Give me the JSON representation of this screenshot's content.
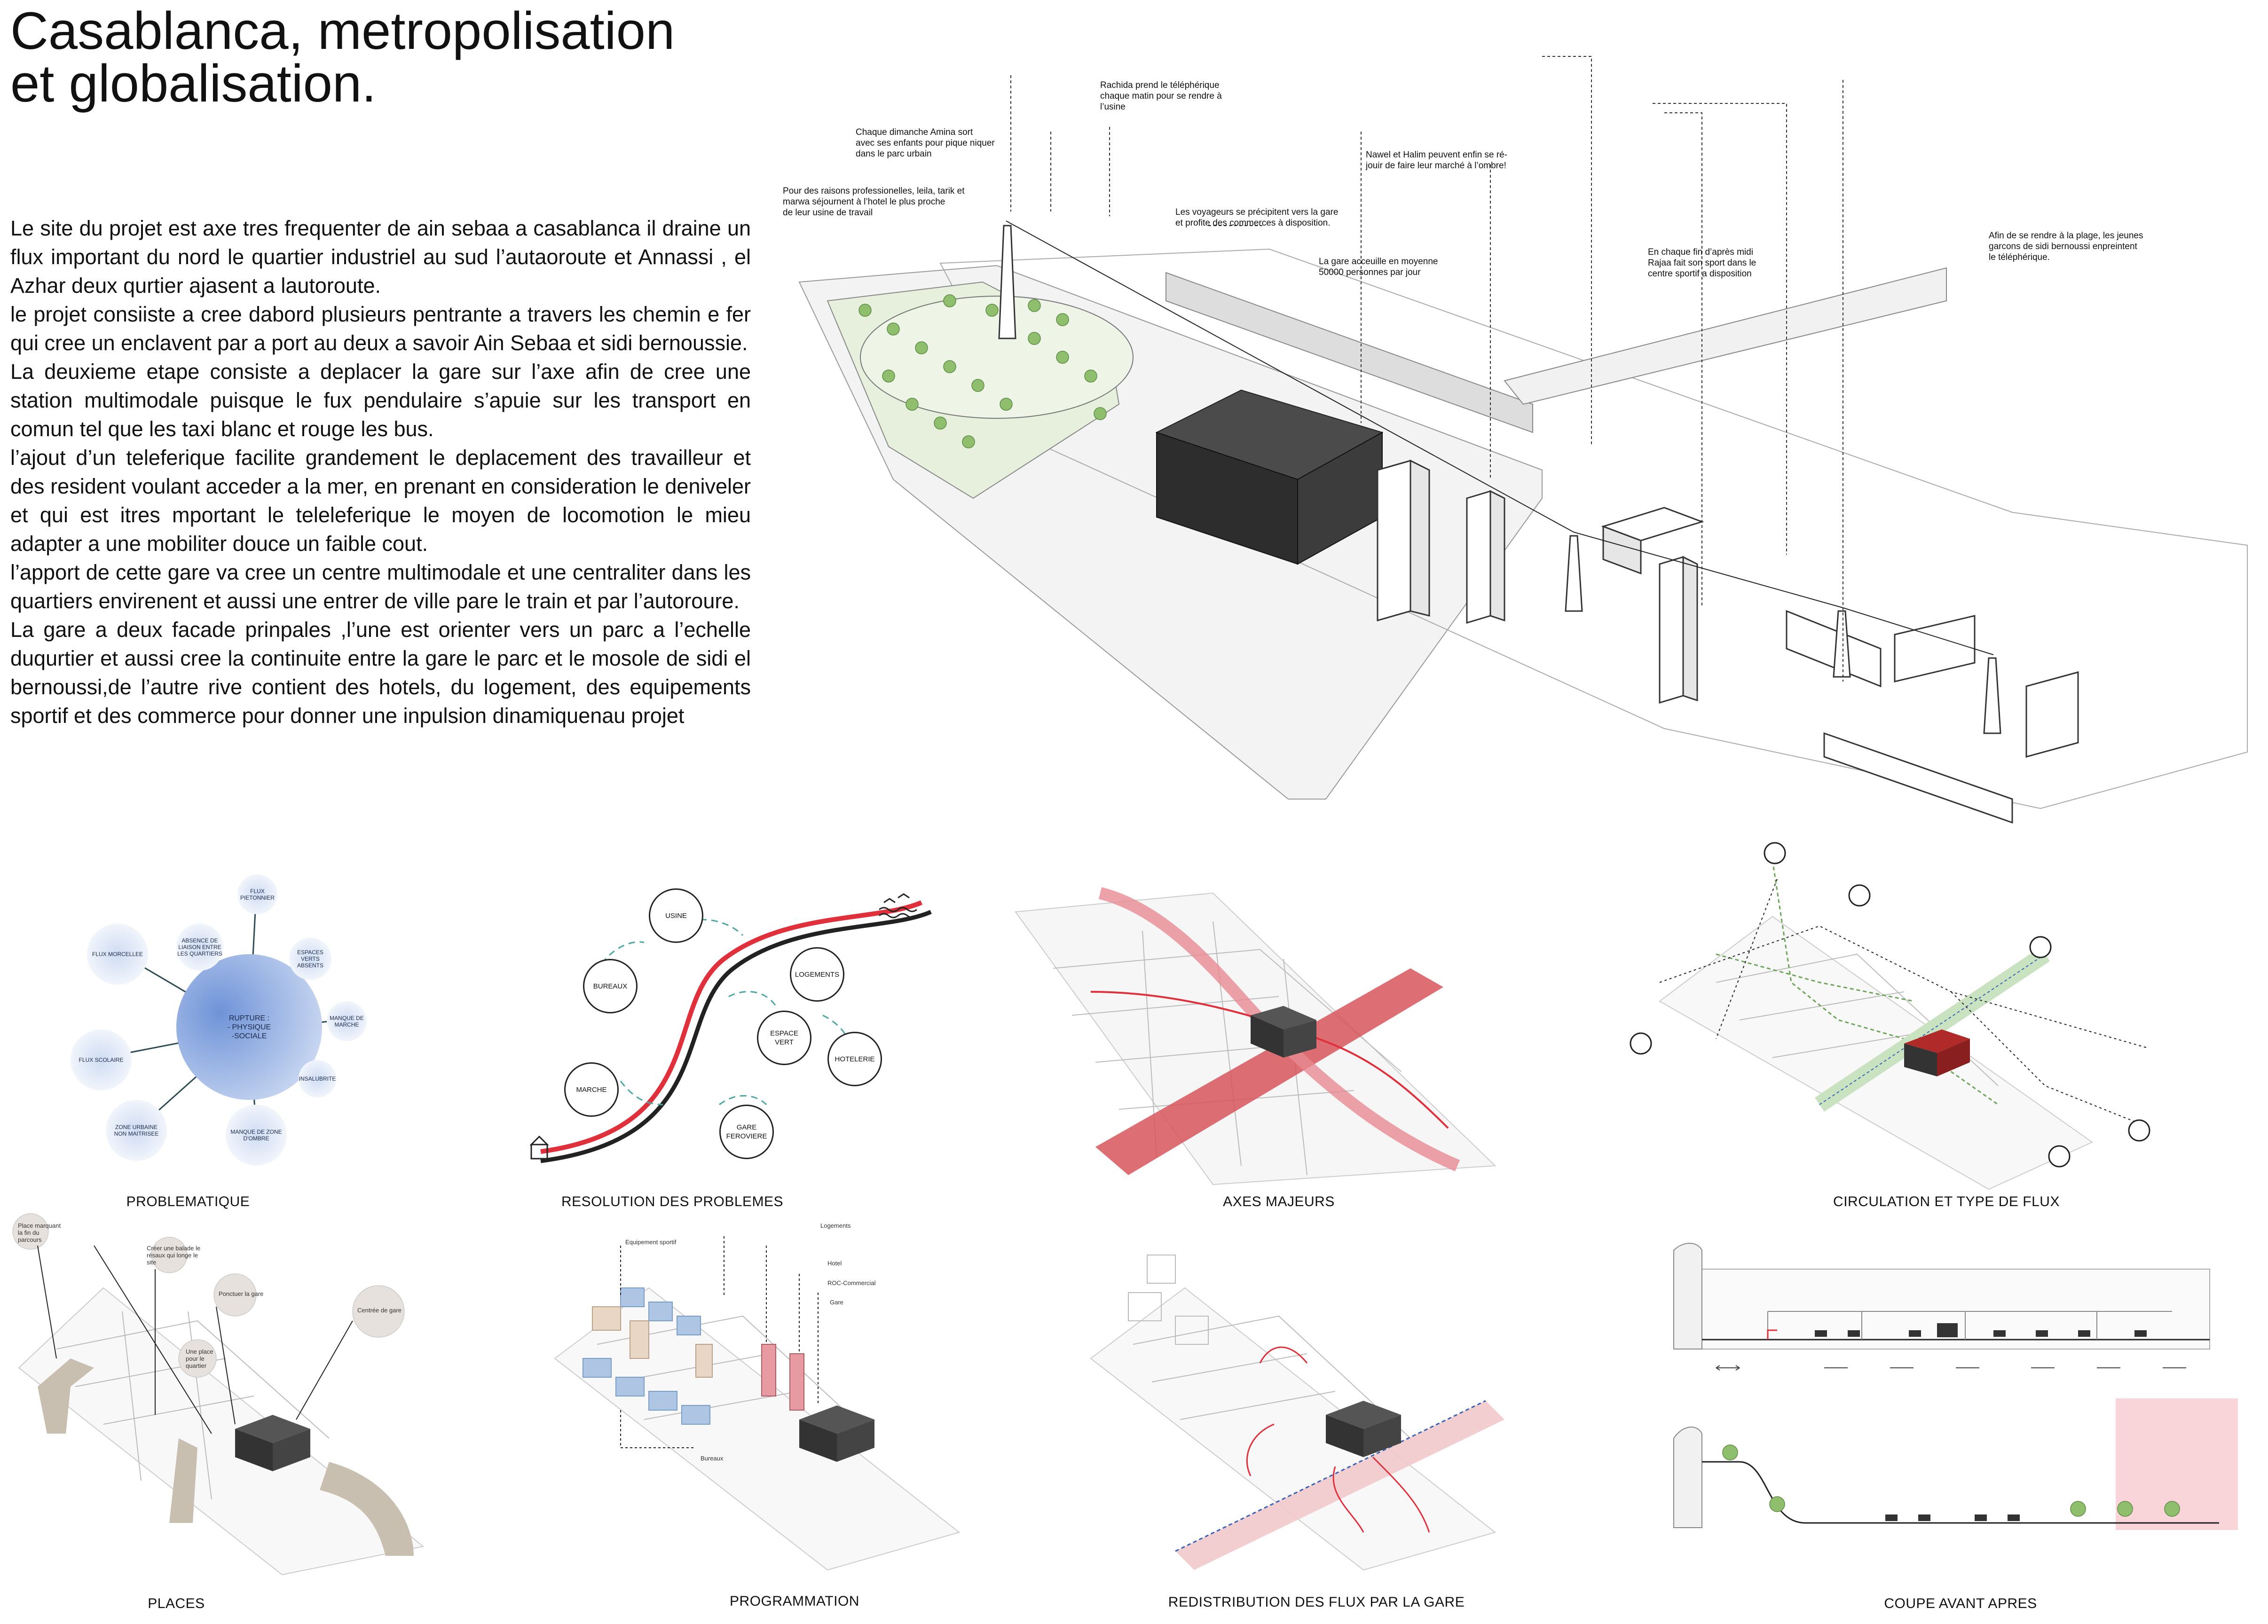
{
  "title": {
    "line1": "Casablanca, metropolisation",
    "line2": "et globalisation."
  },
  "intro": [
    "Le site du projet est axe tres frequenter de ain sebaa a casablanca il draine un flux important du nord le quartier industriel au sud l’autaoroute et Annassi , el Azhar deux qurtier ajasent a lautoroute.",
    "le  projet consiiste a cree dabord plusieurs pentrante a travers les chemin e fer qui cree un enclavent par a port au deux a savoir Ain Sebaa et sidi bernoussie.",
    "La deuxieme etape consiste a deplacer la gare sur l’axe afin de cree une station multimodale puisque le fux pendulaire s’apuie sur les transport en comun tel que les taxi blanc et rouge les bus.",
    "l’ajout d’un teleferique facilite grandement le deplacement des travailleur et des resident voulant acceder a la mer, en prenant en consideration le deniveler et qui est itres mportant le teleleferique le moyen de locomotion le mieu adapter a une mobiliter douce un faible cout.",
    "l’apport de cette gare va cree un centre multimodale et une centraliter dans les quartiers envirenent et aussi une entrer de ville pare le train et par l’autoroure.",
    "La gare a deux facade prinpales ,l’une est orienter vers un parc a l’echelle duqurtier et aussi cree la continuite entre la gare le parc et le mosole de sidi el bernoussi,de l’autre rive contient des hotels, du logement, des equipements sportif et  des commerce pour donner une inpulsion dinamiquenau projet"
  ],
  "annotations": {
    "rachida": "Rachida prend le téléphérique\nchaque matin pour se rendre à\nl’usine",
    "amina": "Chaque dimanche Amina sort\navec ses enfants pour pique niquer\ndans le parc urbain",
    "leila": "Pour des raisons professionelles, leila, tarik et\nmarwa séjournent  à l’hotel  le plus proche\nde leur usine de travail",
    "voyageurs": "Les voyageurs se précipitent vers la gare\net profite des commerces à disposition.",
    "nawel": "Nawel et Halim peuvent enfin se ré-\njouir de faire leur marché à l’ombre!",
    "gare": "La gare acceuille en moyenne\n50000 personnes par jour",
    "rajaa": "En chaque fin d’après midi\nRajaa fait son sport dans le\ncentre sportif a disposition",
    "plage": "Afin de se rendre à la plage, les jeunes\ngarcons de sidi bernoussi enpreintent\nle téléphérique."
  },
  "captions": {
    "problematique": "PROBLEMATIQUE",
    "resolution": "RESOLUTION DES PROBLEMES",
    "axes": "AXES MAJEURS",
    "circulation": "CIRCULATION ET TYPE DE FLUX",
    "places": "PLACES",
    "programmation": "PROGRAMMATION",
    "redistribution": "REDISTRIBUTION DES FLUX PAR LA GARE",
    "coupe": "COUPE AVANT APRES"
  },
  "problematique": {
    "center": "RUPTURE :\n- PHYSIQUE\n-SOCIALE",
    "satellites": [
      "FLUX PIETONNIER",
      "ABSENCE DE\nLIAISON ENTRE\nLES QUARTIERS",
      "ESPACES\nVERTS\nABSENTS",
      "MANQUE DE\nMARCHE",
      "INSALUBRITE",
      "MANQUE DE ZONE D'OMBRE",
      "ZONE URBAINE\nNON MAITRISEE",
      "FLUX SCOLAIRE",
      "FLUX MORCELLEE"
    ]
  },
  "resolution": {
    "items": [
      "USINE",
      "BUREAUX",
      "LOGEMENTS",
      "ESPACE\nVERT",
      "HOTELERIE",
      "MARCHE",
      "GARE\nFEROVIERE"
    ]
  },
  "places_labels": [
    "Place marquant\nla fin du\nparcours",
    "Créer une balade le\nrésaux qui longe le\nsite",
    "Ponctuer la gare",
    "Centrée de gare",
    "Une place\npour le\nquartier"
  ],
  "programmation_labels": [
    "Logements",
    "Equipement sportif",
    "Hotel",
    "ROC-Commercial",
    "Gare",
    "Bureaux"
  ],
  "colors": {
    "red": "#e0303c",
    "pink": "#f6c9cf",
    "blue": "#3a63b8",
    "green": "#6ea55a",
    "dark": "#3a3a3a",
    "lightgreen": "#e6efd9"
  }
}
